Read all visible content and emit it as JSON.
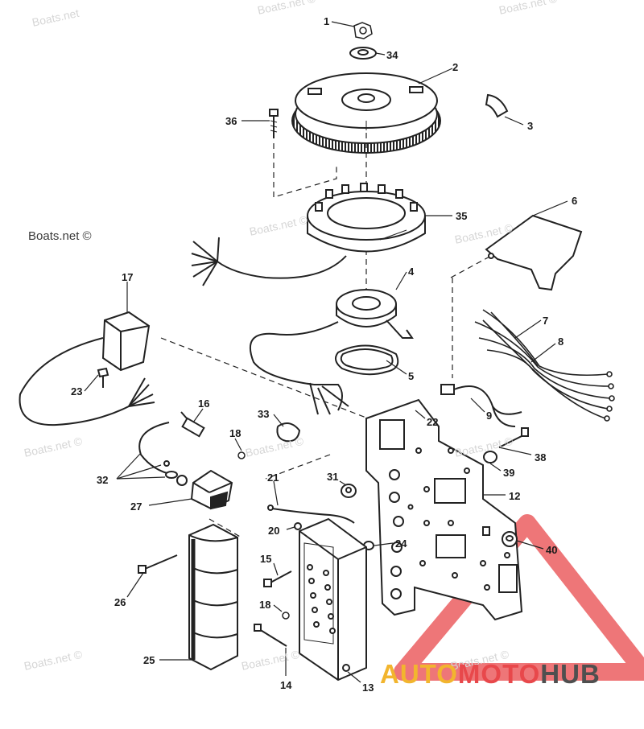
{
  "watermarks": {
    "site": "Boats.net",
    "site_copyright": "Boats.net ©"
  },
  "logo": {
    "part_a": "AUTO",
    "part_b": "MOTO",
    "part_c": "HUB",
    "colors": {
      "auto": "#f2b52e",
      "moto": "#e8484b",
      "hub": "#4f4f4f",
      "triangle": "#e8484b"
    }
  },
  "callouts": [
    "1",
    "34",
    "2",
    "3",
    "36",
    "35",
    "6",
    "4",
    "17",
    "7",
    "8",
    "5",
    "23",
    "9",
    "16",
    "33",
    "22",
    "18",
    "38",
    "32",
    "39",
    "21",
    "31",
    "12",
    "27",
    "20",
    "24",
    "40",
    "15",
    "26",
    "18",
    "25",
    "14",
    "13"
  ]
}
